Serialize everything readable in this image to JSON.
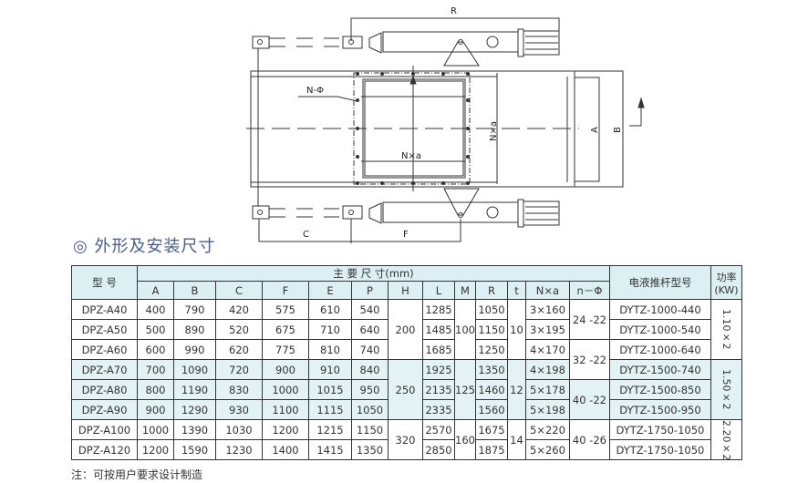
{
  "drawing": {
    "labels": {
      "R": "R",
      "n_phi": "N-Φ",
      "nxa_h": "N×a",
      "nxa_v": "N×a",
      "A": "A",
      "B": "B",
      "C": "C",
      "F": "F"
    }
  },
  "title": {
    "icon": "◎",
    "text": "外形及安装尺寸"
  },
  "table": {
    "model_header": "型 号",
    "main_header": "主 要 尺 寸(mm)",
    "pusher_header": "电液推杆型号",
    "power_header": "功率(KW)",
    "cols": [
      "A",
      "B",
      "C",
      "F",
      "E",
      "P",
      "H",
      "L",
      "M",
      "R",
      "t",
      "N×a",
      "n－Φ"
    ],
    "rows": [
      {
        "model": "DPZ-A40",
        "A": "400",
        "B": "790",
        "C": "420",
        "F": "575",
        "E": "610",
        "P": "540",
        "L": "1285",
        "R": "1050",
        "Nxa": "3×160",
        "pusher": "DYTZ-1000-440"
      },
      {
        "model": "DPZ-A50",
        "A": "500",
        "B": "890",
        "C": "520",
        "F": "675",
        "E": "710",
        "P": "640",
        "L": "1485",
        "R": "1150",
        "Nxa": "3×195",
        "pusher": "DYTZ-1000-540"
      },
      {
        "model": "DPZ-A60",
        "A": "600",
        "B": "990",
        "C": "620",
        "F": "775",
        "E": "810",
        "P": "740",
        "L": "1685",
        "R": "1250",
        "Nxa": "4×170",
        "pusher": "DYTZ-1000-640"
      },
      {
        "model": "DPZ-A70",
        "A": "700",
        "B": "1090",
        "C": "720",
        "F": "900",
        "E": "910",
        "P": "840",
        "L": "1925",
        "R": "1350",
        "Nxa": "4×198",
        "pusher": "DYTZ-1500-740"
      },
      {
        "model": "DPZ-A80",
        "A": "800",
        "B": "1190",
        "C": "830",
        "F": "1000",
        "E": "1015",
        "P": "950",
        "L": "2135",
        "R": "1460",
        "Nxa": "5×178",
        "pusher": "DYTZ-1500-850"
      },
      {
        "model": "DPZ-A90",
        "A": "900",
        "B": "1290",
        "C": "930",
        "F": "1100",
        "E": "1115",
        "P": "1050",
        "L": "2335",
        "R": "1560",
        "Nxa": "5×198",
        "pusher": "DYTZ-1500-950"
      },
      {
        "model": "DPZ-A100",
        "A": "1000",
        "B": "1390",
        "C": "1030",
        "F": "1200",
        "E": "1215",
        "P": "1150",
        "L": "2570",
        "R": "1675",
        "Nxa": "5×220",
        "pusher": "DYTZ-1750-1050"
      },
      {
        "model": "DPZ-A120",
        "A": "1200",
        "B": "1590",
        "C": "1230",
        "F": "1400",
        "E": "1415",
        "P": "1350",
        "L": "2850",
        "R": "1875",
        "Nxa": "5×260",
        "pusher": "DYTZ-1750-1050"
      }
    ],
    "H": [
      "200",
      "250",
      "320"
    ],
    "M": [
      "100",
      "125",
      "160"
    ],
    "t": [
      "10",
      "12",
      "14"
    ],
    "n_phi": [
      "24 -22",
      "32 -22",
      "40 -22",
      "40 -26"
    ],
    "power": [
      "1.10×2",
      "1.50×2",
      "2.20×2"
    ]
  },
  "note": "注：可按用户要求设计制造"
}
